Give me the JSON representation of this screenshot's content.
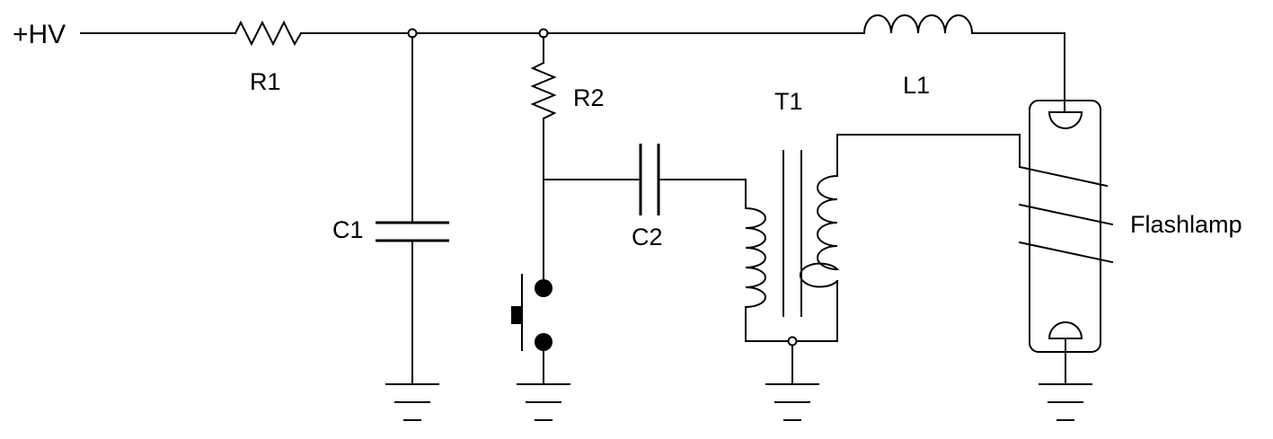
{
  "labels": {
    "supply": "+HV",
    "r1": "R1",
    "r2": "R2",
    "c1": "C1",
    "c2": "C2",
    "t1": "T1",
    "l1": "L1",
    "lamp": "Flashlamp"
  }
}
